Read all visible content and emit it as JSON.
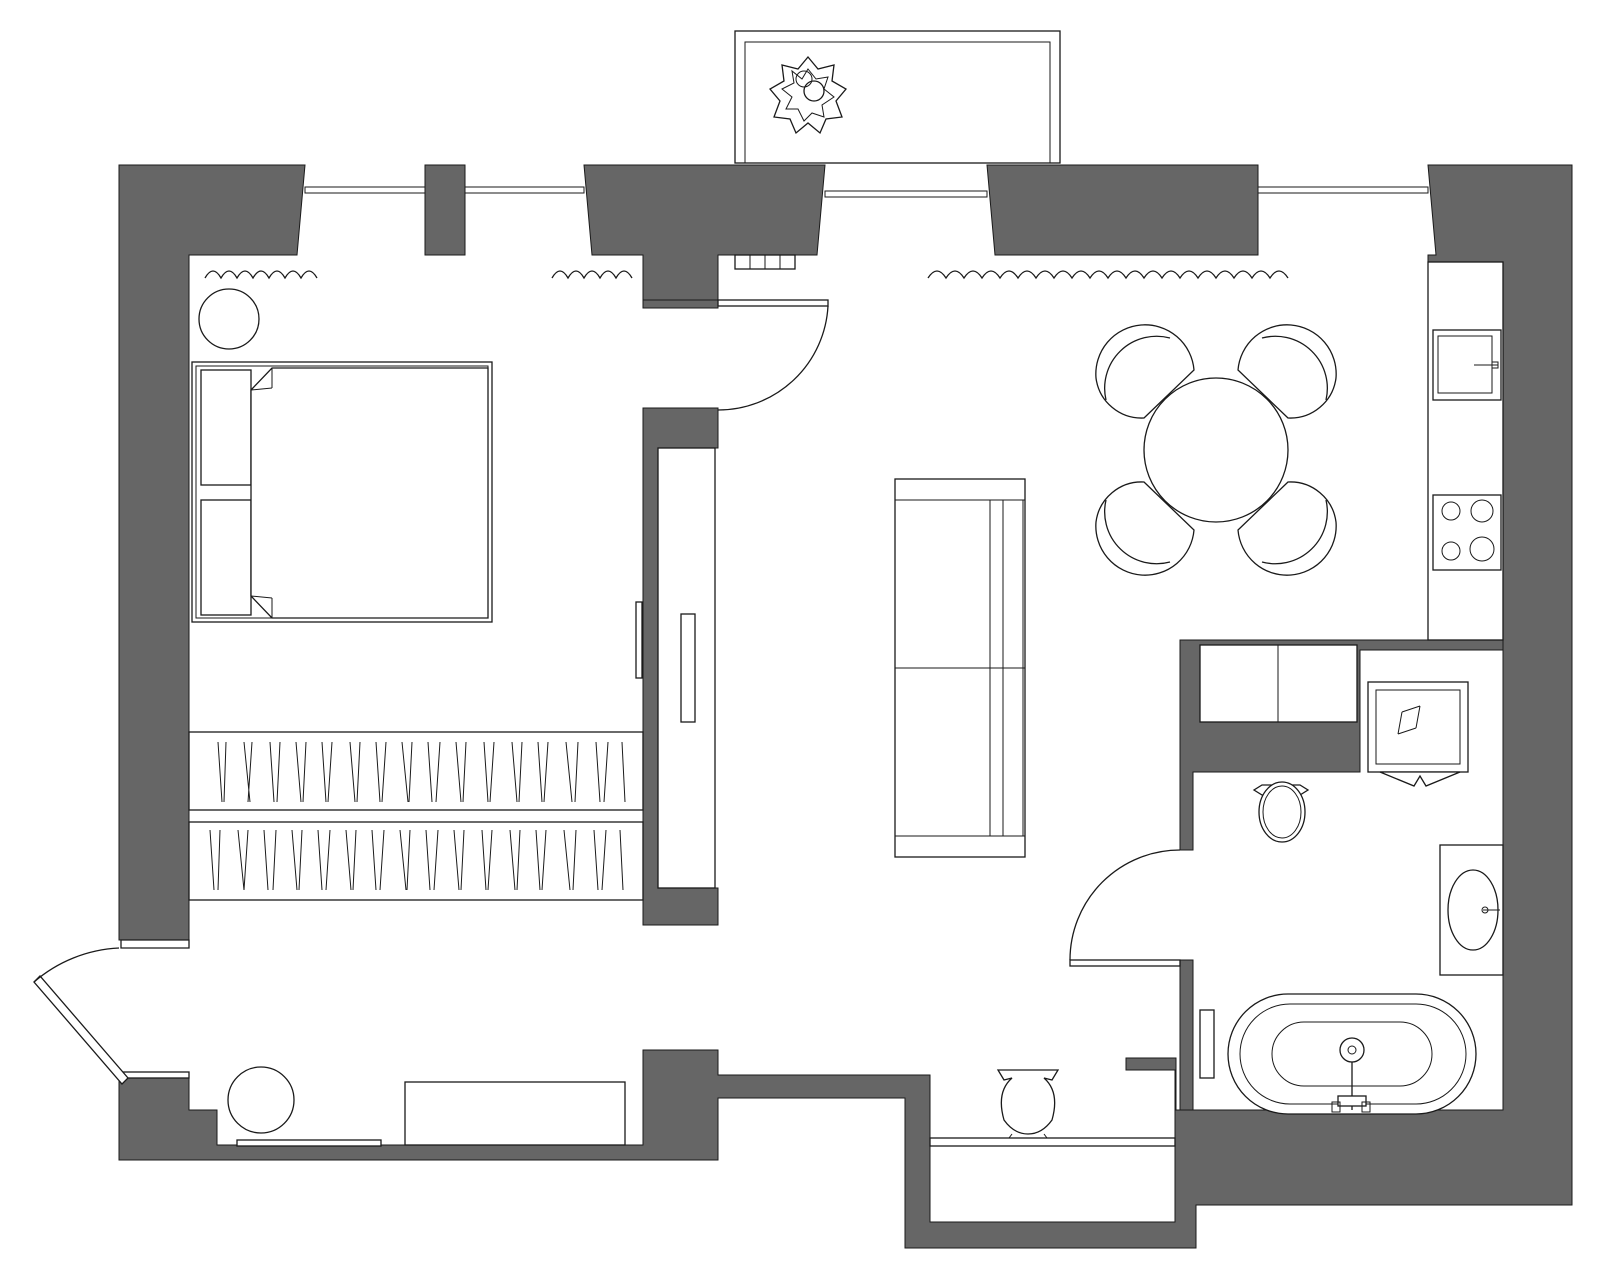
{
  "diagram": {
    "type": "floor-plan",
    "colors": {
      "wall": "#666666",
      "line": "#1a1a1a",
      "background": "#ffffff"
    },
    "furniture": [
      "double-bed",
      "nightstand-lamp",
      "wardrobe",
      "wardrobe-second",
      "tv-cabinet",
      "sofa",
      "round-dining-table",
      "dining-chairs",
      "kitchen-sink",
      "kitchen-hob",
      "washing-machine",
      "toilet",
      "bathroom-sink",
      "bathtub",
      "entry-bench",
      "entry-lamp",
      "decor-vase",
      "potted-plant"
    ],
    "doors": [
      "bedroom-door",
      "bathroom-door",
      "entrance-door"
    ],
    "windows": 4,
    "balconies": 1
  }
}
